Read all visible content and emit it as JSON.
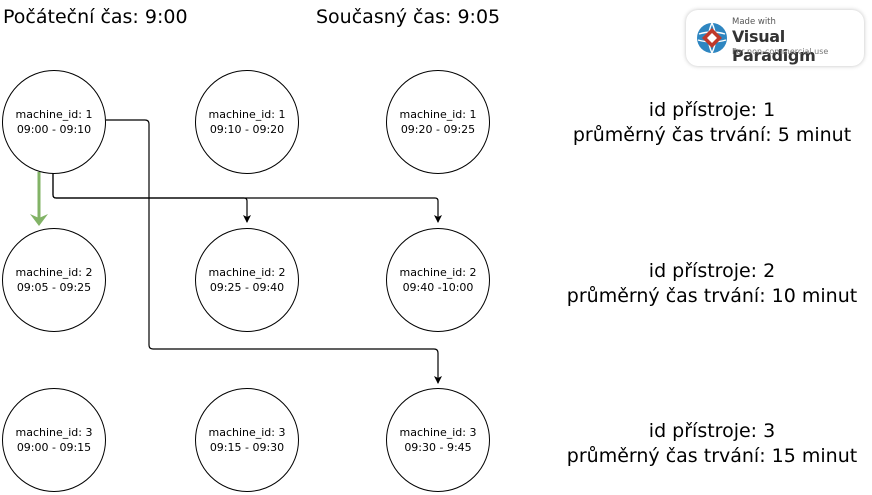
{
  "header": {
    "start_time": "Počáteční čas: 9:00",
    "current_time": "Současný čas: 9:05"
  },
  "nodes": [
    {
      "id": "n11",
      "line1": "machine_id: 1",
      "line2": "09:00 - 09:10"
    },
    {
      "id": "n12",
      "line1": "machine_id: 1",
      "line2": "09:10 - 09:20"
    },
    {
      "id": "n13",
      "line1": "machine_id: 1",
      "line2": "09:20 - 09:25"
    },
    {
      "id": "n21",
      "line1": "machine_id: 2",
      "line2": "09:05 - 09:25"
    },
    {
      "id": "n22",
      "line1": "machine_id: 2",
      "line2": "09:25 - 09:40"
    },
    {
      "id": "n23",
      "line1": "machine_id: 2",
      "line2": "09:40 -10:00"
    },
    {
      "id": "n31",
      "line1": "machine_id: 3",
      "line2": "09:00 - 09:15"
    },
    {
      "id": "n32",
      "line1": "machine_id: 3",
      "line2": "09:15 - 09:30"
    },
    {
      "id": "n33",
      "line1": "machine_id: 3",
      "line2": "09:30 - 9:45"
    }
  ],
  "machines": [
    {
      "id_line": "id přístroje: 1",
      "duration_line": "průměrný čas trvání: 5 minut"
    },
    {
      "id_line": "id přístroje: 2",
      "duration_line": "průměrný čas trvání: 10 minut"
    },
    {
      "id_line": "id přístroje: 3",
      "duration_line": "průměrný čas trvání: 15 minut"
    }
  ],
  "edges": [
    {
      "from": "n11",
      "to": "n21",
      "color": "#82b366",
      "style": "thick-green"
    },
    {
      "from": "n11",
      "to": "n22",
      "color": "#000000"
    },
    {
      "from": "n11",
      "to": "n23",
      "color": "#000000"
    },
    {
      "from": "n11",
      "to": "n33",
      "color": "#000000"
    }
  ],
  "badge": {
    "small": "Made with",
    "name": "Visual Paradigm",
    "sub": "For non-commercial use",
    "logo_icon": "visual-paradigm-logo-icon",
    "logo_color": "#c0392b",
    "logo_accent": "#2e86c1"
  }
}
